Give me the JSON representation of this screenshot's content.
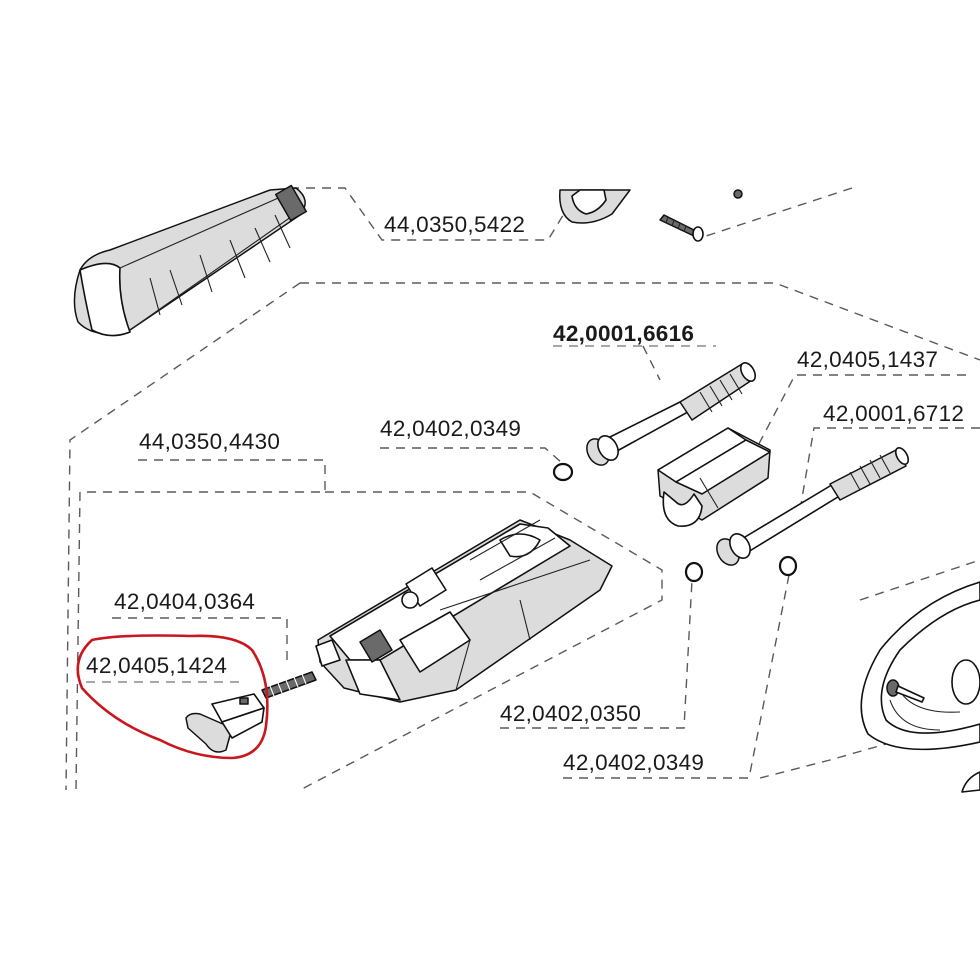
{
  "labels": {
    "l_44_0350_5422": "44,0350,5422",
    "l_42_0001_6616": "42,0001,6616",
    "l_42_0405_1437": "42,0405,1437",
    "l_42_0402_0349_top": "42,0402,0349",
    "l_42_0001_6712": "42,0001,6712",
    "l_44_0350_4430": "44,0350,4430",
    "l_42_0404_0364": "42,0404,0364",
    "l_42_0405_1424": "42,0405,1424",
    "l_42_0402_0350": "42,0402,0350",
    "l_42_0402_0349_bottom": "42,0402,0349"
  },
  "highlight": {
    "part_number": "42,0405,1424",
    "color": "#c8171e"
  },
  "colors": {
    "line": "#111111",
    "leader": "#5a5a5a",
    "part_fill": "#ffffff",
    "shade": "#dcdcdc",
    "dark": "#6a6a6a"
  }
}
